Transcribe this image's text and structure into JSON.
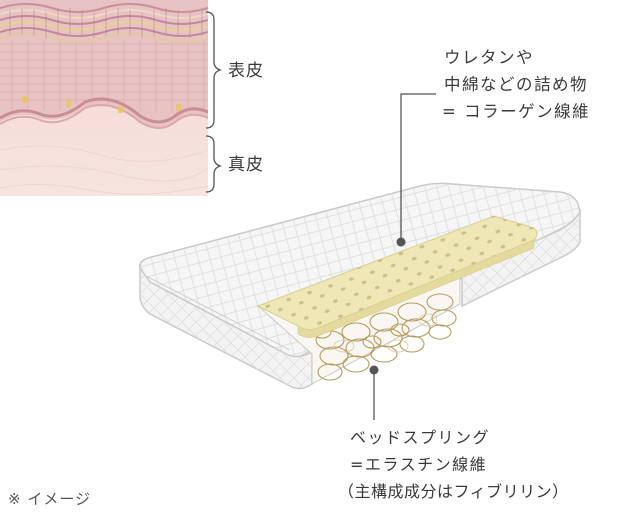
{
  "skin_diagram": {
    "bracket_label_1": "表皮",
    "bracket_label_2": "真皮"
  },
  "mattress_diagram": {
    "callout_top": {
      "line1": "ウレタンや",
      "line2": "中綿などの詰め物",
      "line3": "= コラーゲン線維"
    },
    "callout_bottom": {
      "line1": "ベッドスプリング",
      "line2": "=エラスチン線維",
      "line3": "（主構成成分はフィブリリン）"
    }
  },
  "footnote": "※ イメージ",
  "colors": {
    "skin_pink": "#f1d3cf",
    "skin_epidermis": "#e9c6c6",
    "urethane_yellow": "#efe7b5",
    "mattress_outline": "#c9c9c9",
    "spring_gold": "#b99a5c",
    "leader_line": "#555555"
  }
}
